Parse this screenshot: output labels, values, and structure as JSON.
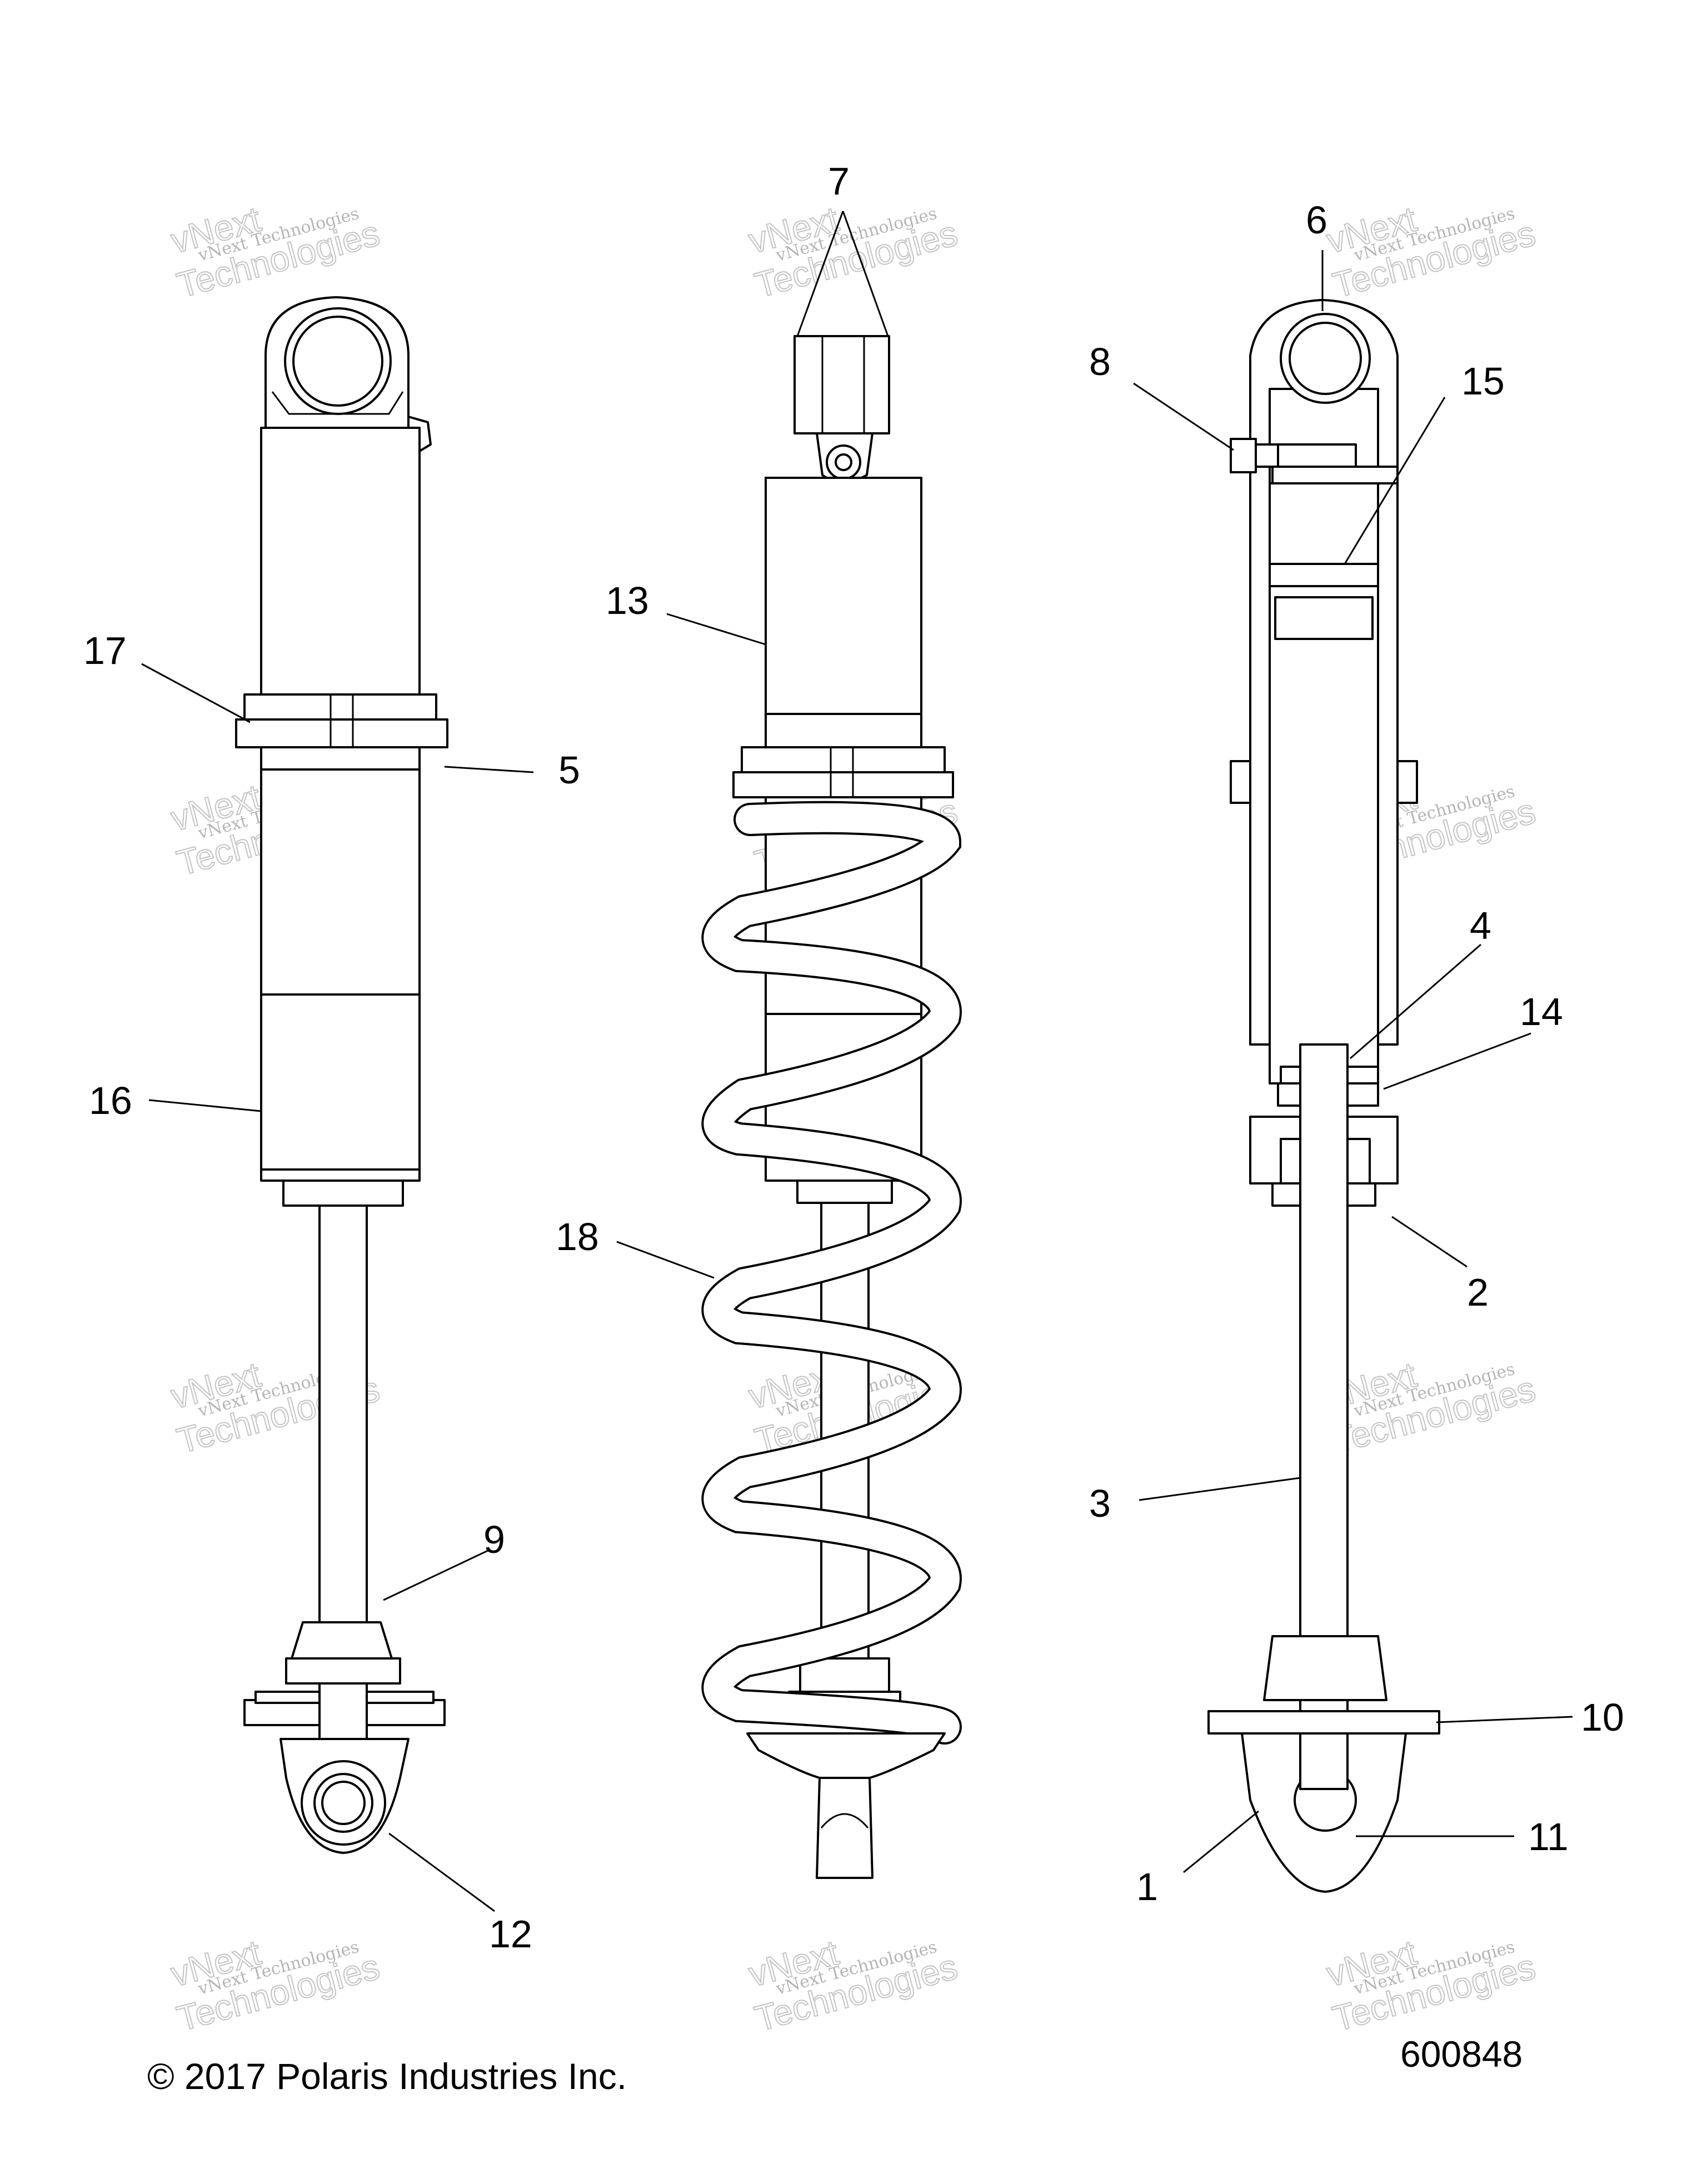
{
  "callouts": [
    {
      "id": "c1",
      "label": "1"
    },
    {
      "id": "c2",
      "label": "2"
    },
    {
      "id": "c3",
      "label": "3"
    },
    {
      "id": "c4",
      "label": "4"
    },
    {
      "id": "c5",
      "label": "5"
    },
    {
      "id": "c6",
      "label": "6"
    },
    {
      "id": "c7",
      "label": "7"
    },
    {
      "id": "c8",
      "label": "8"
    },
    {
      "id": "c9",
      "label": "9"
    },
    {
      "id": "c10",
      "label": "10"
    },
    {
      "id": "c11",
      "label": "11"
    },
    {
      "id": "c12",
      "label": "12"
    },
    {
      "id": "c13",
      "label": "13"
    },
    {
      "id": "c14",
      "label": "14"
    },
    {
      "id": "c15",
      "label": "15"
    },
    {
      "id": "c16",
      "label": "16"
    },
    {
      "id": "c17",
      "label": "17"
    },
    {
      "id": "c18",
      "label": "18"
    }
  ],
  "footer": {
    "copyright": "© 2017 Polaris Industries Inc.",
    "figure_number": "600848"
  },
  "watermark": {
    "line1": "vNext Technologies",
    "line2": "Technologies",
    "line3": "vNext"
  }
}
